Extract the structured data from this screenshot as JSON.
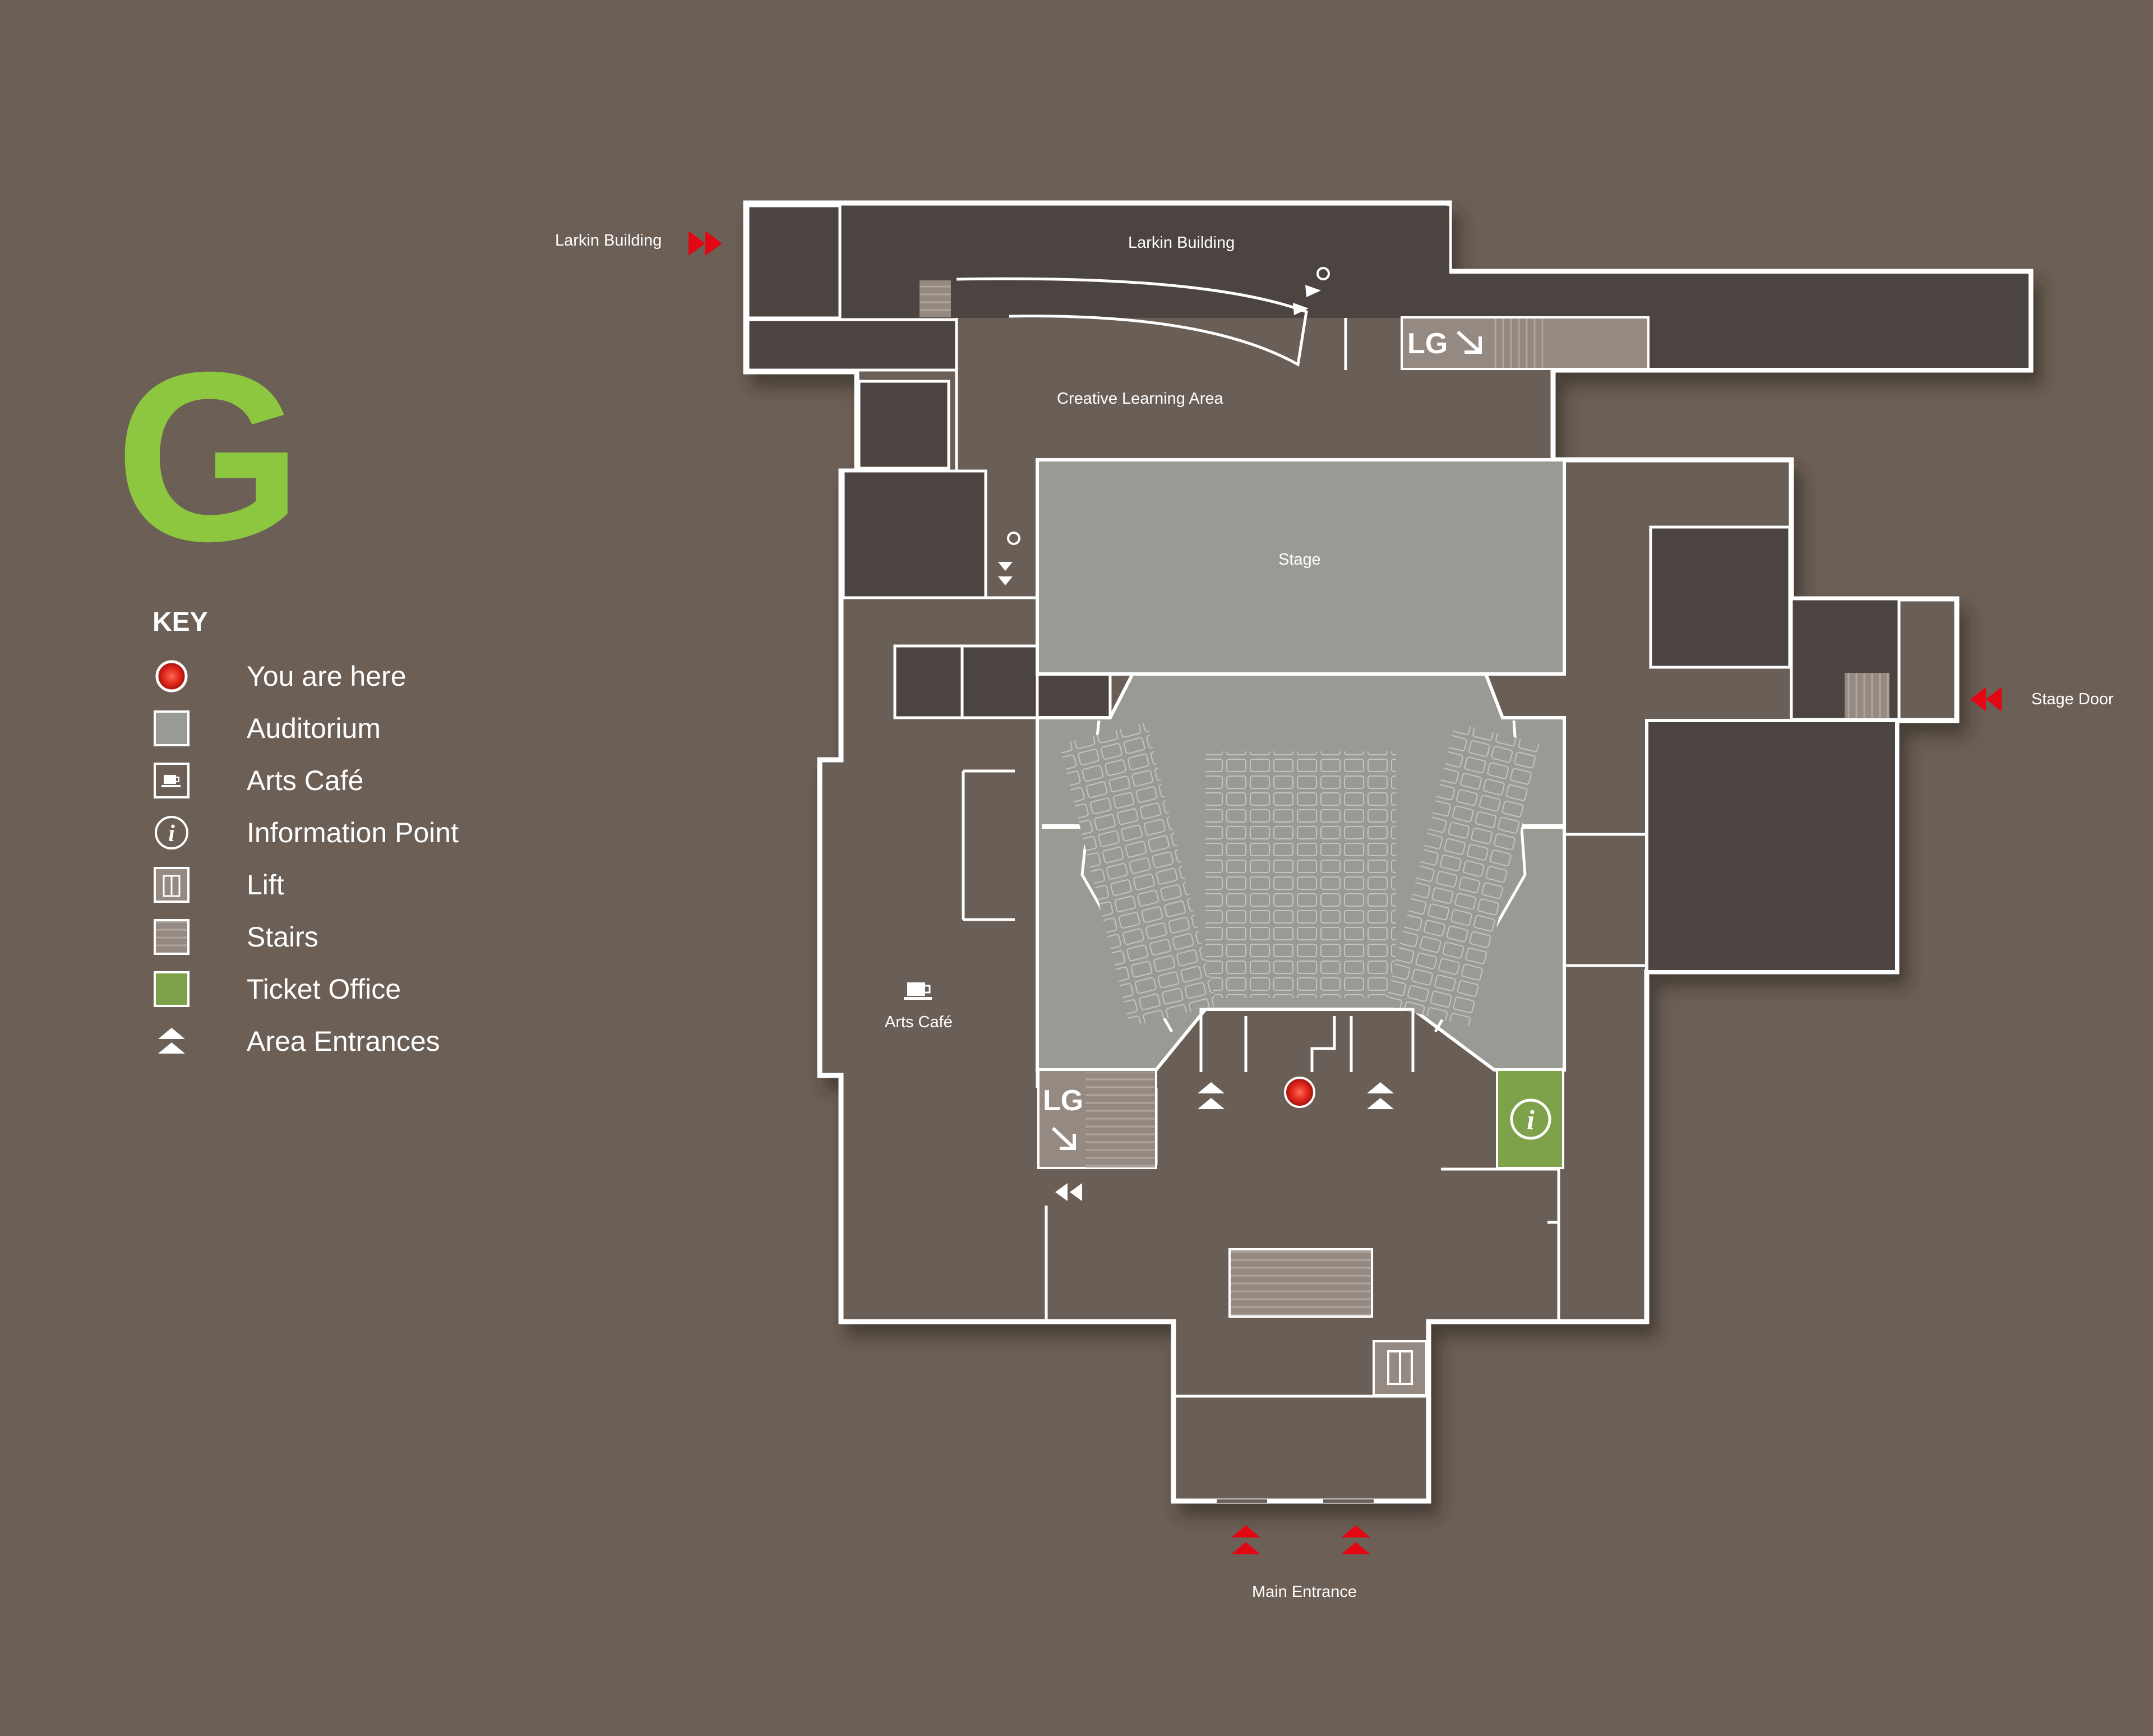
{
  "floor": {
    "letter": "G",
    "letter_color": "#8dc63f"
  },
  "key": {
    "title": "KEY",
    "items": [
      {
        "icon": "you-are-here-marker",
        "label": "You are here"
      },
      {
        "icon": "auditorium-swatch",
        "label": "Auditorium",
        "color": "#9a9a94"
      },
      {
        "icon": "coffee-cup-icon",
        "label": "Arts Café"
      },
      {
        "icon": "information-icon",
        "label": "Information Point"
      },
      {
        "icon": "lift-icon",
        "label": "Lift"
      },
      {
        "icon": "stairs-swatch",
        "label": "Stairs",
        "color": "#958a82"
      },
      {
        "icon": "ticket-office-swatch",
        "label": "Ticket Office",
        "color": "#7ea24a"
      },
      {
        "icon": "area-entrance-icon",
        "label": "Area Entrances"
      }
    ]
  },
  "map": {
    "labels": {
      "larkin_outside": "Larkin Building",
      "larkin_inside": "Larkin Building",
      "creative_learning": "Creative Learning Area",
      "stage": "Stage",
      "arts_cafe": "Arts Café",
      "stage_door": "Stage Door",
      "main_entrance": "Main Entrance",
      "lg_upper": "LG",
      "lg_lower": "LG",
      "info_glyph": "i"
    },
    "colors": {
      "background": "#6b5f56",
      "wall": "#ffffff",
      "floor": "#6b5f56",
      "dark_room": "#4c4440",
      "auditorium": "#9a9a94",
      "stairs": "#958a82",
      "ticket_office": "#7ea24a",
      "exit_arrow": "#e30613",
      "you_are_here": "#e3261c"
    }
  }
}
